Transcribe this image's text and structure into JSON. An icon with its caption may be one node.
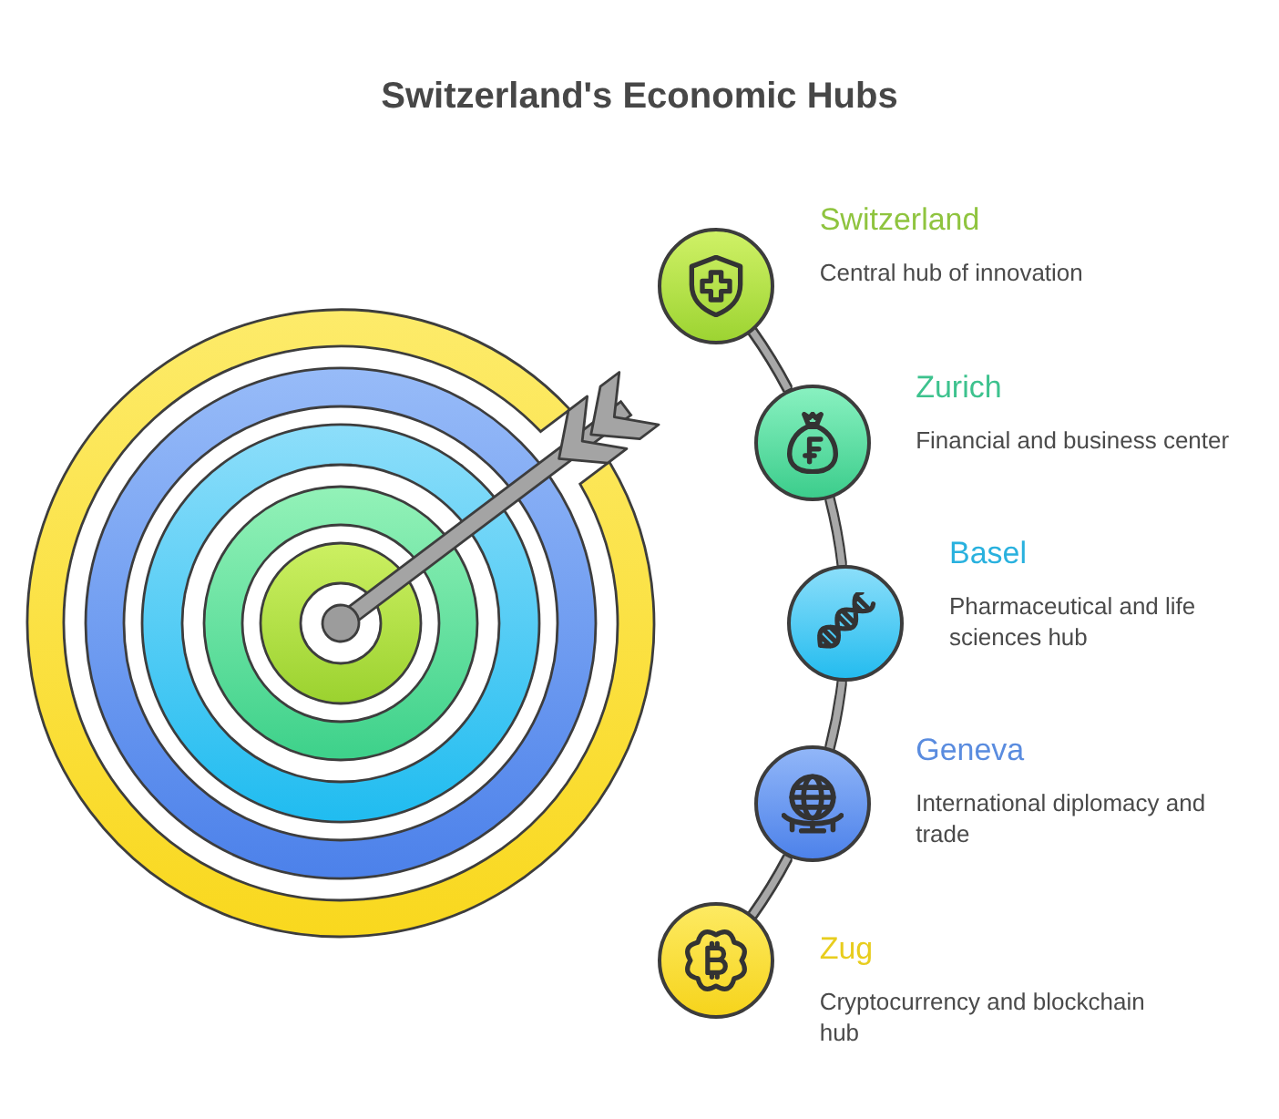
{
  "diagram": {
    "title": "Switzerland's Economic Hubs",
    "nodes": [
      {
        "text": [
          "Switzerland",
          "Central hub of innovation"
        ]
      },
      {
        "text": [
          "Zurich",
          "Financial and business center"
        ]
      },
      {
        "text": [
          "Basel",
          "Pharmaceutical and life sciences hub"
        ]
      },
      {
        "text": [
          "Geneva",
          "International diplomacy and trade"
        ]
      },
      {
        "text": [
          "Zug",
          "Cryptocurrency and blockchain hub"
        ]
      }
    ],
    "edges": [
      {
        "from": 0,
        "to": 1,
        "arrow": "none"
      },
      {
        "from": 1,
        "to": 2,
        "arrow": "none"
      },
      {
        "from": 2,
        "to": 3,
        "arrow": "none"
      },
      {
        "from": 3,
        "to": 4,
        "arrow": "none"
      }
    ]
  }
}
